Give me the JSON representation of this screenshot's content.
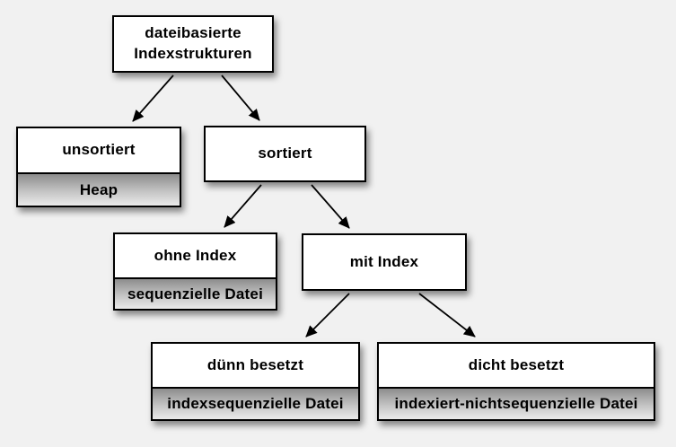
{
  "diagram": {
    "background_color": "#f1f1f1",
    "box_fill_color": "#ffffff",
    "box_border_color": "#000000",
    "sub_gradient_top_color": "#8d8d8d",
    "sub_gradient_bottom_color": "#eaeaea",
    "arrow_color": "#000000",
    "nodes": {
      "root": {
        "title": "dateibasierte\nIndexstrukturen"
      },
      "unsortiert": {
        "title": "unsortiert",
        "subtitle": "Heap"
      },
      "sortiert": {
        "title": "sortiert"
      },
      "ohne_index": {
        "title": "ohne Index",
        "subtitle": "sequenzielle Datei"
      },
      "mit_index": {
        "title": "mit Index"
      },
      "duenn_besetzt": {
        "title": "dünn besetzt",
        "subtitle": "indexsequenzielle Datei"
      },
      "dicht_besetzt": {
        "title": "dicht besetzt",
        "subtitle": "indexiert-nichtsequenzielle Datei"
      }
    },
    "edges": [
      {
        "from": "root",
        "to": "unsortiert"
      },
      {
        "from": "root",
        "to": "sortiert"
      },
      {
        "from": "sortiert",
        "to": "ohne_index"
      },
      {
        "from": "sortiert",
        "to": "mit_index"
      },
      {
        "from": "mit_index",
        "to": "duenn_besetzt"
      },
      {
        "from": "mit_index",
        "to": "dicht_besetzt"
      }
    ]
  }
}
